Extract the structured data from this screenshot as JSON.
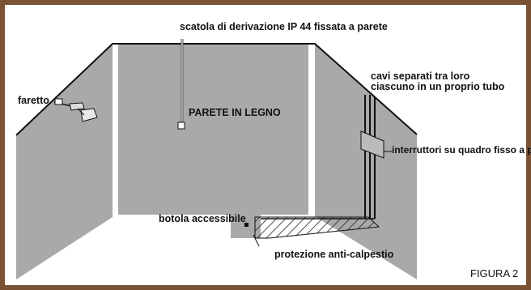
{
  "diagram": {
    "labels": {
      "junction_box": "scatola di derivazione IP 44 fissata a parete",
      "separate_cables_line1": "cavi separati tra loro",
      "separate_cables_line2": "ciascuno in un proprio tubo",
      "spotlight": "faretto",
      "wood_wall": "PARETE IN LEGNO",
      "switches": "interruttori su quadro fisso a parete",
      "hatch": "botola accessibile",
      "protection": "protezione anti-calpestio",
      "figure": "FIGURA 2"
    },
    "colors": {
      "border": "#7a5234",
      "wall_fill": "#a9a9a9",
      "line": "#111111",
      "text": "#111111"
    }
  }
}
